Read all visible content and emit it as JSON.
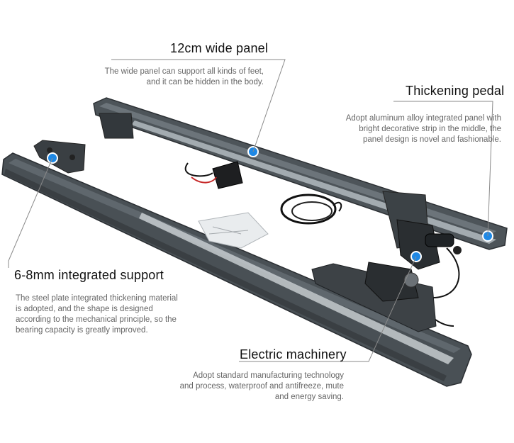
{
  "callouts": {
    "wide_panel": {
      "title": "12cm wide panel",
      "lines": [
        "The wide panel can support all kinds of feet,",
        "and it can be hidden in the body."
      ]
    },
    "thickening_pedal": {
      "title": "Thickening pedal",
      "lines": [
        "Adopt aluminum alloy integrated panel with",
        "bright decorative strip in the middle, the",
        "panel design is novel and fashionable."
      ]
    },
    "integrated_support": {
      "title": "6-8mm integrated support",
      "lines": [
        "The steel plate integrated thickening material",
        "is adopted, and the shape is designed",
        "according to the mechanical principle, so the",
        "bearing capacity is greatly improved."
      ]
    },
    "electric_machinery": {
      "title": "Electric machinery",
      "lines": [
        "Adopt standard manufacturing technology",
        "and process, waterproof and antifreeze, mute",
        "and energy saving."
      ]
    }
  },
  "colors": {
    "marker": "#1e88e5",
    "board": "#4a5056",
    "board_dark": "#2f3438",
    "strip": "#c9ced2"
  }
}
